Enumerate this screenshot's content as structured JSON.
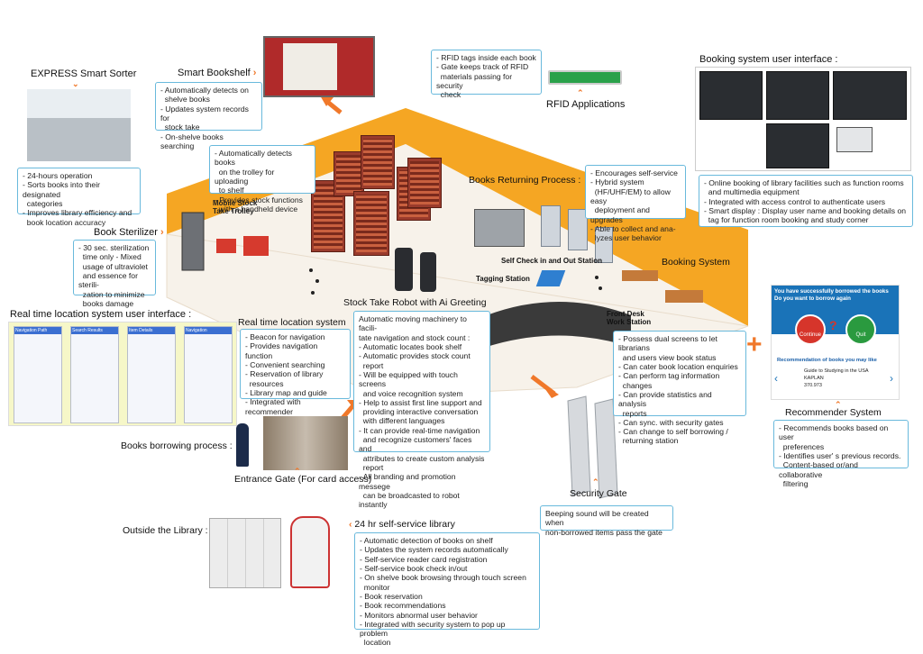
{
  "sorter": {
    "title": "EXPRESS Smart Sorter",
    "items": [
      "- 24-hours operation",
      "- Sorts books into their designated\n  categories",
      "- Improves library efficiency and\n  book location accuracy"
    ]
  },
  "bookshelf": {
    "title": "Smart Bookshelf",
    "items": [
      "- Automatically detects on\n  shelve books",
      "- Updates system records for\n  stock take",
      "- On-shelve books searching"
    ]
  },
  "rfid": {
    "title": "RFID Applications",
    "items": [
      "- RFID tags inside each book",
      "- Gate keeps track of RFID\n  materials passing for security\n  check"
    ]
  },
  "booking_ui": {
    "title": "Booking system user interface :",
    "items": [
      "- Online booking of library facilities such as function rooms\n  and multimedia equipment",
      "- Integrated with access control to authenticate users",
      "- Smart display : Display user name and booking details on\n  tag for function room booking and study corner"
    ]
  },
  "trolley": {
    "title": "Mobile Stock\nTake Trolley",
    "items": [
      "- Automatically detects books\n  on the trolley for uploading\n  to shelf",
      "- Provides stock functions\n  with a handheld device"
    ]
  },
  "returning": {
    "title": "Books Returning Process :",
    "items": [
      "- Encourages self-service",
      "- Hybrid system\n  (HF/UHF/EM) to allow easy\n  deployment and upgrades",
      "- Able to collect and ana-\n  lyzes user behavior"
    ]
  },
  "sterilizer": {
    "title": "Book Sterilizer",
    "items": [
      "- 30 sec. sterilization\n  time only - Mixed\n  usage of ultraviolet\n  and essence for sterili-\n  zation to minimize\n  books damage"
    ]
  },
  "labels": {
    "self_check": "Self Check in and Out Station",
    "tagging": "Tagging Station",
    "booking_system": "Booking System",
    "front_desk": "Front Desk\nWork Station",
    "robot": "Stock Take Robot with Ai Greeting"
  },
  "rtls_ui": {
    "title": "Real time location system user interface :",
    "screens": [
      "Navigation Path",
      "Search Results",
      "Item Details",
      "Navigation"
    ]
  },
  "rtls": {
    "title": "Real time location system",
    "items": [
      "- Beacon for navigation",
      "- Provides navigation function",
      "- Convenient searching",
      "- Reservation of library\n  resources",
      "- Library map and guide",
      "- Integrated with recommender"
    ]
  },
  "robot": {
    "items": [
      "Automatic moving machinery to facili-\ntate navigation and stock count :",
      "",
      "- Automatic locates book shelf",
      "- Automatic provides stock count\n  report",
      "- Will be equipped with touch screens\n  and voice recognition system",
      "- Help to assist first line support and\n  providing interactive conversation\n  with different languages",
      "- It can provide real-time navigation\n  and recognize customers' faces and\n  attributes to create custom analysis\n  report",
      "- All branding and promotion messege\n  can be broadcasted to robot instantly"
    ]
  },
  "front_desk": {
    "items": [
      "- Possess dual screens to let librarians\n  and users view book status",
      "- Can cater book location enquiries",
      "- Can perform tag information\n  changes",
      "- Can provide statistics and analysis\n  reports",
      "- Can sync. with security gates",
      "- Can change to self borrowing /\n  returning station"
    ]
  },
  "recommender": {
    "title": "Recommender System",
    "dialog_text": "You have successfully borrowed the books\nDo you want to borrow again",
    "continue_label": "Continue",
    "quit_label": "Quit",
    "rec_title": "Recommendation of books you may like",
    "book_title": "Guide to Studying in the USA",
    "book_publisher": "KAPLAN",
    "book_number": "370.973",
    "items": [
      "- Recommends books based on user\n  preferences",
      "- Identifies user' s previous records.\n  Content-based or/and collaborative\n  filtering"
    ]
  },
  "borrowing": {
    "title": "Books borrowing process :",
    "gate": "Entrance Gate (For card access)"
  },
  "security": {
    "title": "Security Gate",
    "items": [
      "Beeping sound will be created when\nnon-borrowed items pass the gate"
    ]
  },
  "outside": {
    "title": "Outside the Library :"
  },
  "selfservice": {
    "title": "24 hr self-service library",
    "items": [
      "- Automatic detection of books on shelf",
      "- Updates the system records automatically",
      "- Self-service reader card registration",
      "- Self-service book check in/out",
      "- On shelve book browsing through touch screen\n  monitor",
      "- Book reservation",
      "- Book recommendations",
      "- Monitors abnormal user behavior",
      "- Integrated with security system to pop up problem\n  location"
    ]
  },
  "colors": {
    "accent": "#f0782a",
    "box_border": "#69b9dc",
    "wall": "#f5a623",
    "continue": "#d6352b",
    "quit": "#2a9a3f",
    "dialog": "#1a73b8"
  }
}
